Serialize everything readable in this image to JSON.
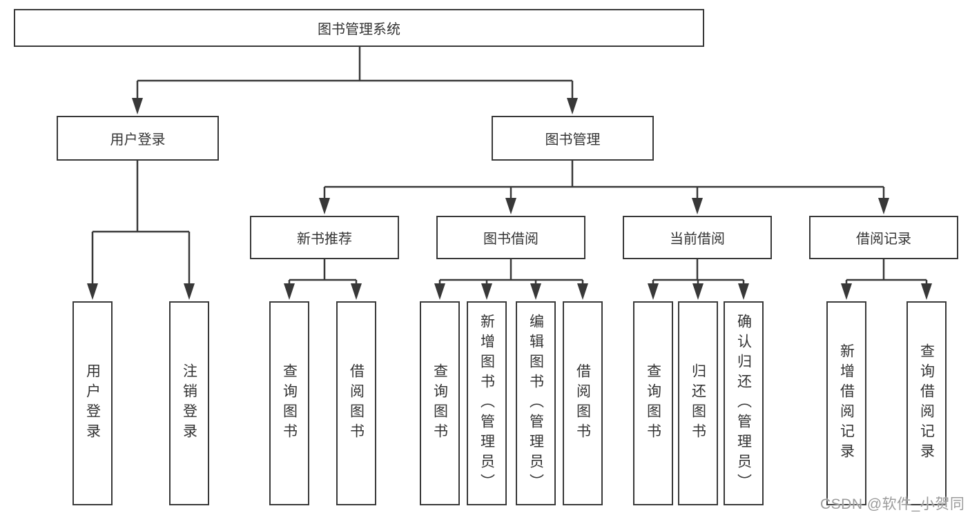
{
  "colors": {
    "line": "#383838",
    "text": "#333333",
    "watermark": "#9b9b9b",
    "background": "#ffffff"
  },
  "diagram": {
    "root": {
      "label": "图书管理系统"
    },
    "level2": [
      {
        "label": "用户登录",
        "children": [
          {
            "label": "用户登录"
          },
          {
            "label": "注销登录"
          }
        ]
      },
      {
        "label": "图书管理",
        "children": [
          {
            "label": "新书推荐",
            "children": [
              {
                "label": "查询图书"
              },
              {
                "label": "借阅图书"
              }
            ]
          },
          {
            "label": "图书借阅",
            "children": [
              {
                "label": "查询图书"
              },
              {
                "label": "新增图书（管理员）"
              },
              {
                "label": "编辑图书（管理员）"
              },
              {
                "label": "借阅图书"
              }
            ]
          },
          {
            "label": "当前借阅",
            "children": [
              {
                "label": "查询图书"
              },
              {
                "label": "归还图书"
              },
              {
                "label": "确认归还（管理员）"
              }
            ]
          },
          {
            "label": "借阅记录",
            "children": [
              {
                "label": "新增借阅记录"
              },
              {
                "label": "查询借阅记录"
              }
            ]
          }
        ]
      }
    ]
  },
  "watermark": "CSDN @软件_小贺同学"
}
